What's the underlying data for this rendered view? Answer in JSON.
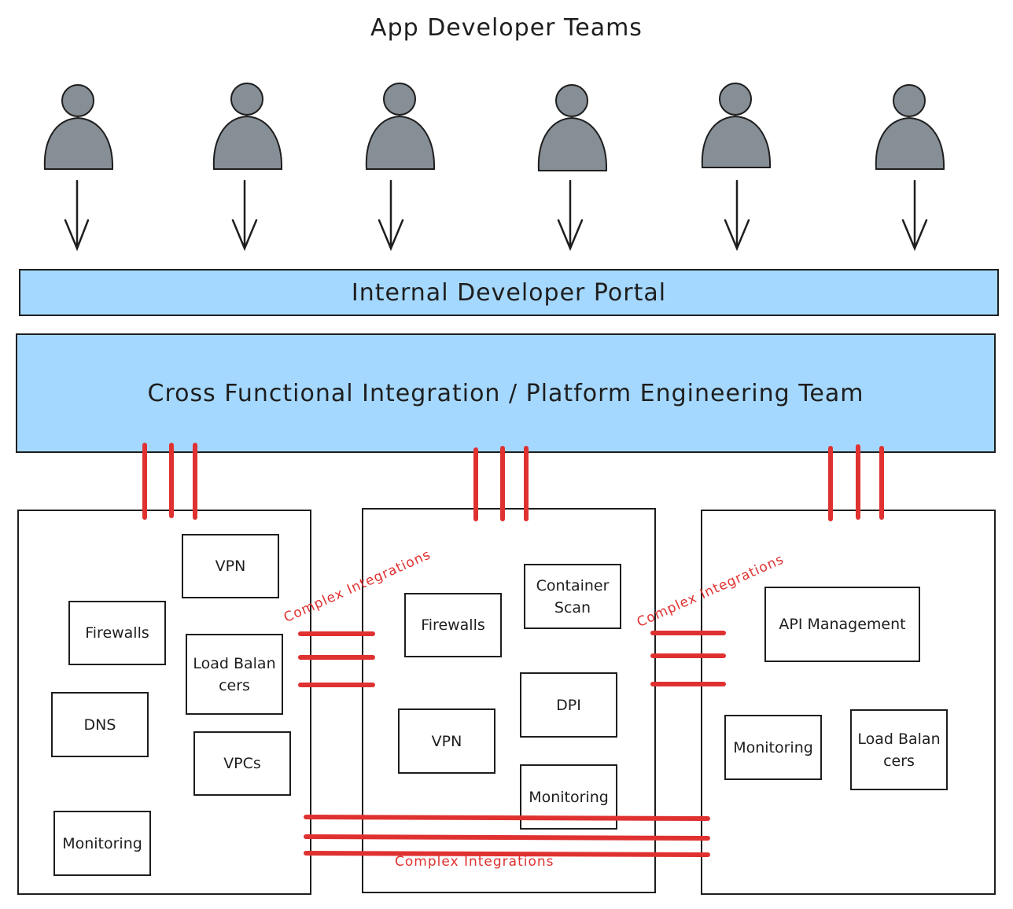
{
  "title": "App Developer Teams",
  "portal_label": "Internal Developer Portal",
  "team_label": "Cross Functional Integration / Platform Engineering Team",
  "groups": {
    "left": {
      "vpn": "VPN",
      "firewalls": "Firewalls",
      "load_balancers": "Load Balancers",
      "dns": "DNS",
      "vpcs": "VPCs",
      "monitoring": "Monitoring"
    },
    "middle": {
      "container_scan": "Container Scan",
      "firewalls": "Firewalls",
      "dpi": "DPI",
      "vpn": "VPN",
      "monitoring": "Monitoring"
    },
    "right": {
      "api_management": "API Management",
      "monitoring": "Monitoring",
      "load_balancers": "Load Balancers"
    }
  },
  "integration_label": "Complex Integrations",
  "colors": {
    "accent_blue": "#a5d8ff",
    "integration_red": "#e03131",
    "person_gray": "#868e96",
    "stroke": "#1e1e1e"
  },
  "icons": [
    "person-icon",
    "arrow-down-icon"
  ]
}
